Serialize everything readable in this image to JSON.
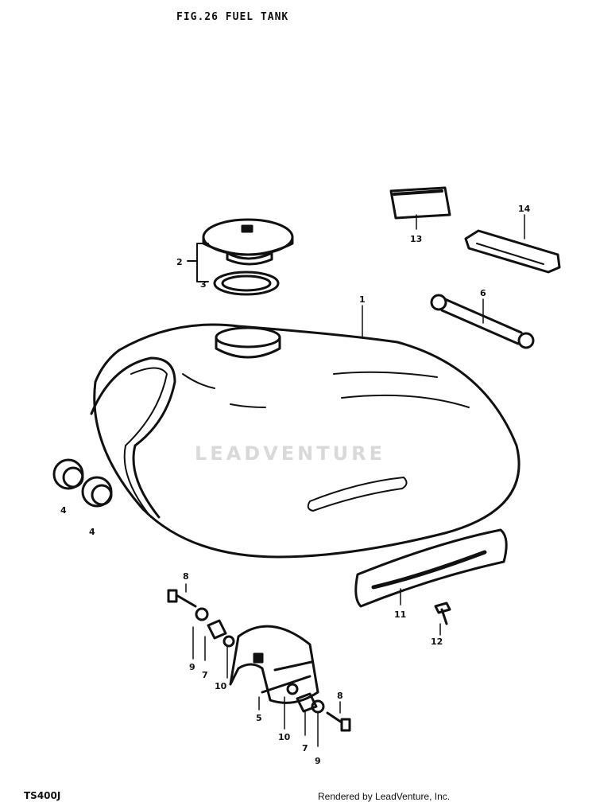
{
  "figure": {
    "title": "FIG.26   FUEL TANK",
    "model": "TS400J",
    "credit": "Rendered by LeadVenture, Inc.",
    "watermark": "LEADVENTURE"
  },
  "callouts": {
    "c1": "1",
    "c2": "2",
    "c3": "3",
    "c4a": "4",
    "c4b": "4",
    "c5": "5",
    "c6": "6",
    "c7a": "7",
    "c7b": "7",
    "c8a": "8",
    "c8b": "8",
    "c9a": "9",
    "c9b": "9",
    "c10a": "10",
    "c10b": "10",
    "c11": "11",
    "c12": "12",
    "c13": "13",
    "c14": "14"
  }
}
